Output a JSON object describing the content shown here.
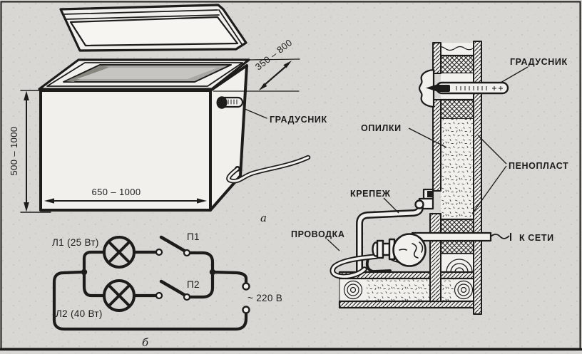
{
  "colors": {
    "paper": "#d8d7d3",
    "ink": "#1d1c1a",
    "face": "#f1f0ed",
    "opening_shadow": "#a9a8a4"
  },
  "box_panel": {
    "letter": "а",
    "thermometer_label": "ГРАДУСНИК",
    "dim_depth": "350 – 800",
    "dim_height": "500 – 1000",
    "dim_width": "650 – 1000"
  },
  "circuit_panel": {
    "letter": "б",
    "lamp1_label": "Л1 (25 Вт)",
    "lamp2_label": "Л2 (40 Вт)",
    "switch1_label": "П1",
    "switch2_label": "П2",
    "mains_label": "~ 220 В"
  },
  "section_panel": {
    "thermometer_label": "ГРАДУСНИК",
    "sawdust_label": "ОПИЛКИ",
    "foam_label": "ПЕНОПЛАСТ",
    "bracket_label": "КРЕПЕЖ",
    "wiring_label": "ПРОВОДКА",
    "mains_label": "К СЕТИ"
  }
}
